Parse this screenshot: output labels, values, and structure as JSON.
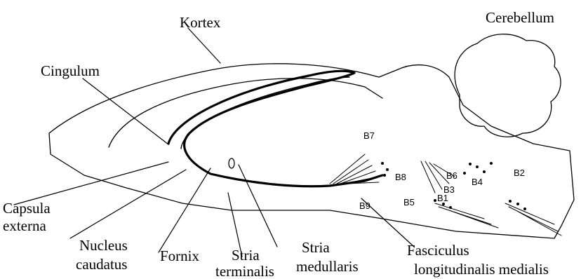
{
  "labels": {
    "kortex": "Kortex",
    "cerebellum": "Cerebellum",
    "cingulum": "Cingulum",
    "capsula_externa_1": "Capsula",
    "capsula_externa_2": "externa",
    "nucleus_caudatus_1": "Nucleus",
    "nucleus_caudatus_2": "caudatus",
    "fornix": "Fornix",
    "stria_terminalis_1": "Stria",
    "stria_terminalis_2": "terminalis",
    "stria_medullaris_1": "Stria",
    "stria_medullaris_2": "medullaris",
    "fasciculus_1": "Fasciculus",
    "fasciculus_2": "longitudinalis medialis"
  },
  "cell_groups": [
    "B1",
    "B2",
    "B3",
    "B4",
    "B5",
    "B6",
    "B7",
    "B8",
    "B9"
  ]
}
